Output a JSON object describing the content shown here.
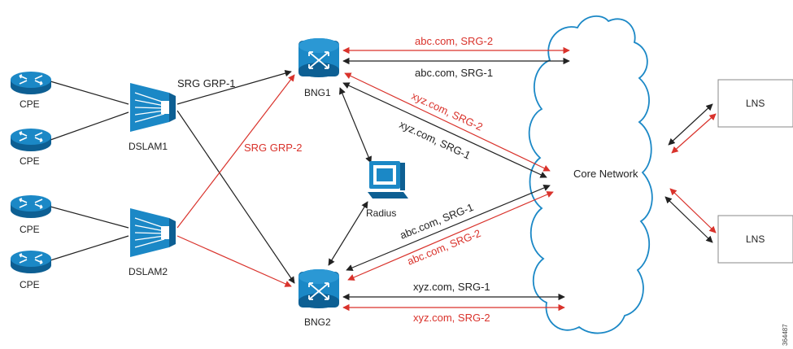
{
  "colors": {
    "device_blue": "#1b88c6",
    "device_dark": "#0d5f93",
    "link_black": "#222222",
    "link_red": "#d9322b",
    "cloud_stroke": "#1b88c6"
  },
  "icons": {
    "cpe": "router-icon",
    "dslam": "dslam-icon",
    "bng": "router-switch-icon",
    "radius": "server-workstation-icon",
    "core": "cloud-icon",
    "lns": "server-box-icon"
  },
  "devices": {
    "cpe_1": "CPE",
    "cpe_2": "CPE",
    "cpe_3": "CPE",
    "cpe_4": "CPE",
    "dslam1": "DSLAM1",
    "dslam2": "DSLAM2",
    "bng1": "BNG1",
    "bng2": "BNG2",
    "radius": "Radius",
    "core": "Core Network",
    "lns_1": "LNS",
    "lns_2": "LNS"
  },
  "links": {
    "srg_grp_1": "SRG GRP-1",
    "srg_grp_2": "SRG GRP-2",
    "bng1_abc_srg2": "abc.com, SRG-2",
    "bng1_abc_srg1": "abc.com, SRG-1",
    "bng1_xyz_srg2": "xyz.com, SRG-2",
    "bng1_xyz_srg1": "xyz.com, SRG-1",
    "bng2_abc_srg1": "abc.com, SRG-1",
    "bng2_abc_srg2": "abc.com, SRG-2",
    "bng2_xyz_srg1": "xyz.com, SRG-1",
    "bng2_xyz_srg2": "xyz.com, SRG-2"
  },
  "figure_id": "364487"
}
